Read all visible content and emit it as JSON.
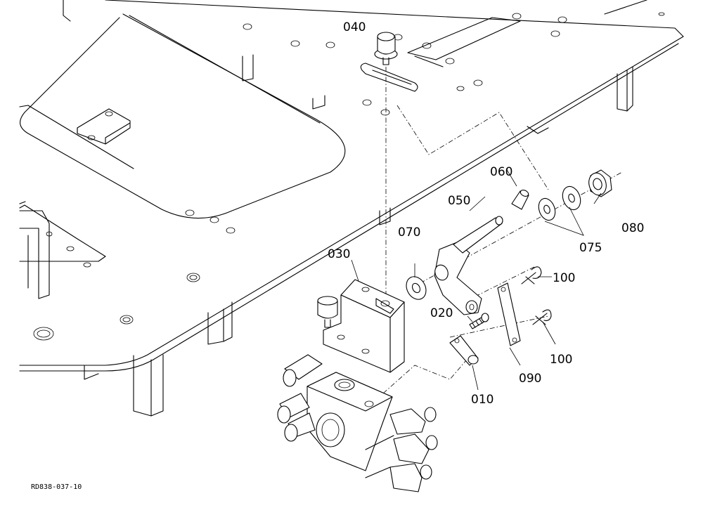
{
  "drawing_reference": "RD838-037-10",
  "callouts": [
    "040",
    "060",
    "050",
    "070",
    "030",
    "080",
    "075",
    "100",
    "020",
    "100",
    "010",
    "090"
  ]
}
